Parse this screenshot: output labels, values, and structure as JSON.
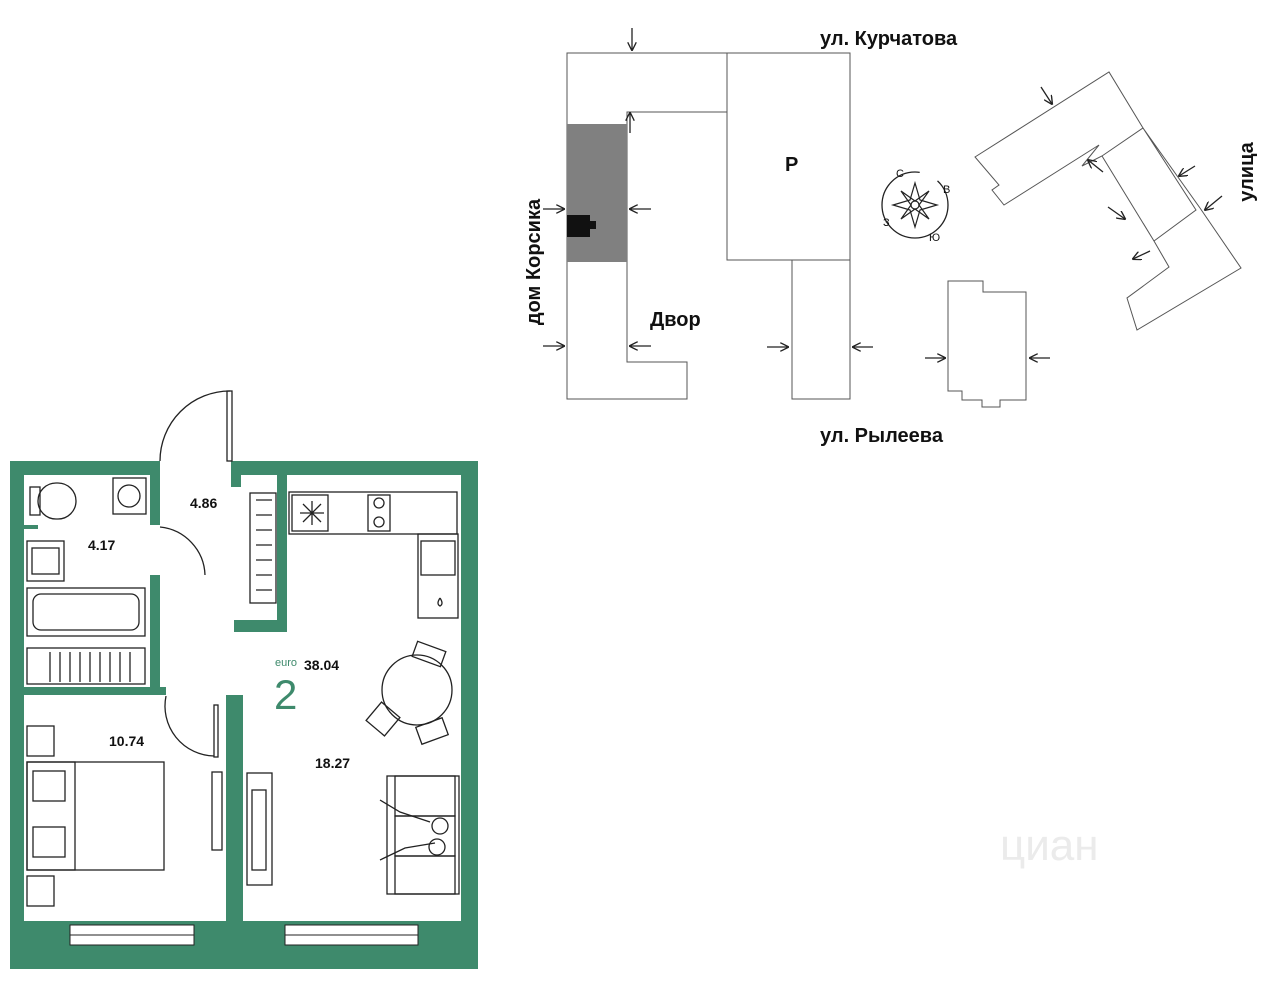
{
  "site_plan": {
    "streets": {
      "north": "ул. Курчатова",
      "south": "ул. Рылеева",
      "east": "улица",
      "west": "дом Корсика"
    },
    "courtyard": "Двор",
    "parking": "Р",
    "compass": {
      "n": "С",
      "e": "В",
      "s": "Ю",
      "w": "З"
    },
    "highlight_color": "#808080"
  },
  "floor_plan": {
    "apartment_type": "euro",
    "rooms_count": "2",
    "total_area": "38.04",
    "rooms": {
      "hall": "4.86",
      "bathroom": "4.17",
      "bedroom": "10.74",
      "living_kitchen": "18.27"
    },
    "wall_color": "#3e8a6c"
  },
  "watermark": "циан"
}
